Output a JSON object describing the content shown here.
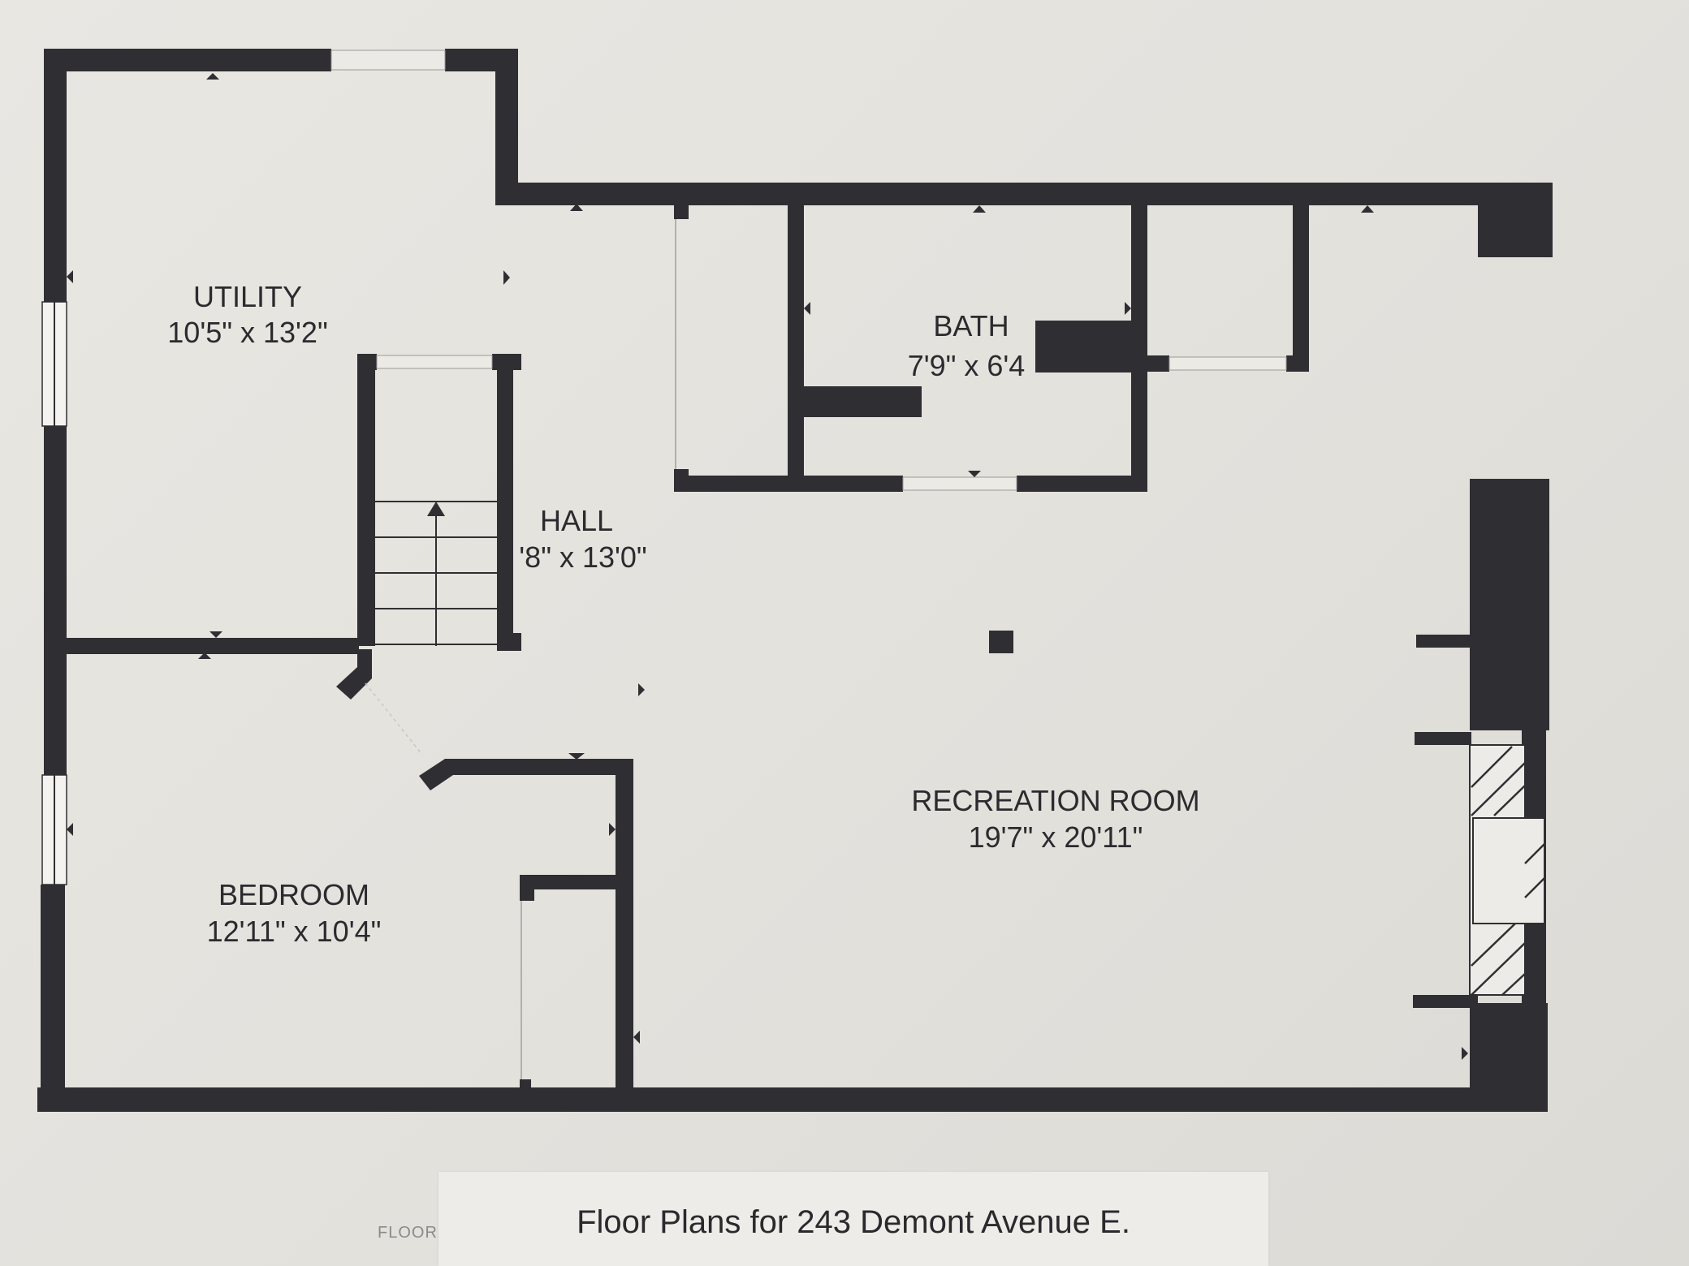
{
  "rooms": {
    "utility": {
      "name": "UTILITY",
      "size": "10'5\" x 13'2\""
    },
    "hall": {
      "name": "HALL",
      "size": "'8\" x 13'0\""
    },
    "bath": {
      "name": "BATH",
      "size": "7'9\" x 6'4"
    },
    "bedroom": {
      "name": "BEDROOM",
      "size": "12'11\" x 10'4\""
    },
    "recreation": {
      "name": "RECREATION ROOM",
      "size": "19'7\" x 20'11\""
    }
  },
  "footer": {
    "title": "Floor Plans for 243 Demont Avenue E.",
    "floor_tag": "FLOOR"
  },
  "colors": {
    "wall": "#2f2f33",
    "paper": "#e9e7e2"
  },
  "icons": [
    "stair-arrow-icon",
    "door-marker-icon",
    "fireplace-hatch-icon",
    "column-icon"
  ]
}
